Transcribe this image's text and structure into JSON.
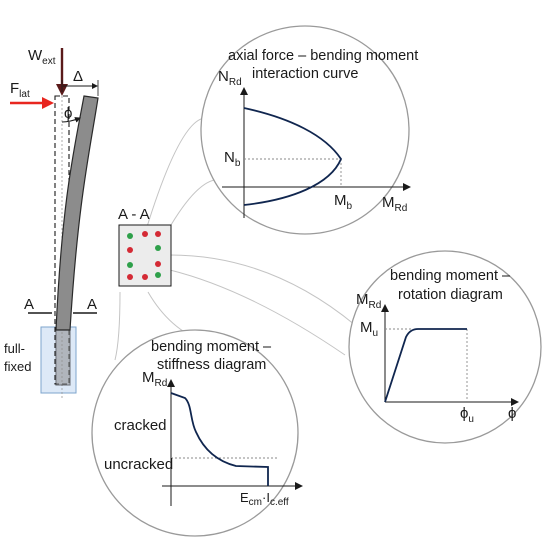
{
  "column": {
    "w_ext": {
      "main": "W",
      "sub": "ext"
    },
    "f_lat": {
      "main": "F",
      "sub": "lat"
    },
    "delta": "Δ",
    "phi": "ϕ",
    "section_cut_left": "A",
    "section_cut_right": "A",
    "support_line1": "full-",
    "support_line2": "fixed",
    "arrow_color": "#e8261f",
    "load_arrow_color": "#5a1a1a",
    "column_fill": "#8c8c8c",
    "support_fill": "#dde9f7"
  },
  "cross_section": {
    "title": "A - A",
    "rebar_green": "#2ea04a",
    "rebar_red": "#d42a35"
  },
  "interaction": {
    "title_line1": "axial force – bending moment",
    "title_line2": "interaction curve",
    "y_axis": {
      "main": "N",
      "sub": "Rd"
    },
    "x_axis": {
      "main": "M",
      "sub": "Rd"
    },
    "y_point": {
      "main": "N",
      "sub": "b"
    },
    "x_point": {
      "main": "M",
      "sub": "b"
    }
  },
  "rotation": {
    "title_line1": "bending moment –",
    "title_line2": "rotation diagram",
    "y_axis": {
      "main": "M",
      "sub": "Rd"
    },
    "y_point": {
      "main": "M",
      "sub": "u"
    },
    "x_point": {
      "main": "ϕ",
      "sub": "u"
    },
    "x_axis": "ϕ"
  },
  "stiffness": {
    "title_line1": "bending moment –",
    "title_line2": "stiffness diagram",
    "y_axis": {
      "main": "M",
      "sub": "Rd"
    },
    "cracked": "cracked",
    "uncracked": "uncracked",
    "x_axis": {
      "main": "E",
      "sub1": "cm",
      "dot": "·I",
      "sub2": "c.eff"
    }
  },
  "colors": {
    "curve": "#10264f",
    "circle_stroke": "#9a9a9a",
    "dotted": "#8a8a8a"
  }
}
